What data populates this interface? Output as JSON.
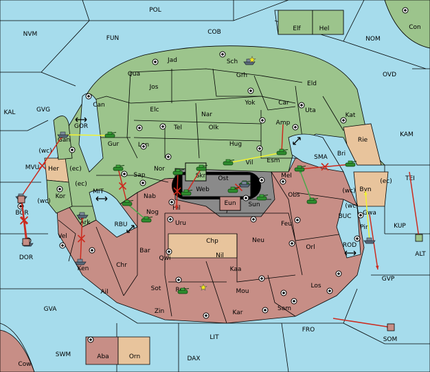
{
  "map": {
    "colors": {
      "sea": "#a6dcec",
      "green_power": "#9cc48c",
      "red_power": "#c78e86",
      "neutral_tan": "#e8c49c",
      "gray": "#8a8a8a",
      "move_order": "#cc2a1e",
      "support_order": "#f2f230",
      "convoy_order": "#4aa84a"
    },
    "regions": [
      {
        "id": "POL",
        "label": "POL"
      },
      {
        "id": "NVM",
        "label": "NVM"
      },
      {
        "id": "FUN",
        "label": "FUN"
      },
      {
        "id": "COB",
        "label": "COB"
      },
      {
        "id": "NOM",
        "label": "NOM"
      },
      {
        "id": "Con",
        "label": "Con"
      },
      {
        "id": "Elf",
        "label": "Elf"
      },
      {
        "id": "Hel",
        "label": "Hel"
      },
      {
        "id": "OVD",
        "label": "OVD"
      },
      {
        "id": "KAL",
        "label": "KAL"
      },
      {
        "id": "GVG",
        "label": "GVG"
      },
      {
        "id": "Jad",
        "label": "Jad"
      },
      {
        "id": "Sch",
        "label": "Sch"
      },
      {
        "id": "Qua",
        "label": "Qua"
      },
      {
        "id": "Grh",
        "label": "Grh"
      },
      {
        "id": "Jos",
        "label": "Jos"
      },
      {
        "id": "Eld",
        "label": "Eld"
      },
      {
        "id": "Can",
        "label": "Can"
      },
      {
        "id": "Yok",
        "label": "Yok"
      },
      {
        "id": "Car",
        "label": "Car"
      },
      {
        "id": "Elc",
        "label": "Elc"
      },
      {
        "id": "Nar",
        "label": "Nar"
      },
      {
        "id": "Uta",
        "label": "Uta"
      },
      {
        "id": "Kat",
        "label": "Kat"
      },
      {
        "id": "GOR",
        "label": "GOR"
      },
      {
        "id": "Tel",
        "label": "Tel"
      },
      {
        "id": "Olk",
        "label": "Olk"
      },
      {
        "id": "Amp",
        "label": "Amp"
      },
      {
        "id": "KAM",
        "label": "KAM"
      },
      {
        "id": "Gan",
        "label": "Gan"
      },
      {
        "id": "Gur",
        "label": "Gur"
      },
      {
        "id": "Lan",
        "label": "Lan"
      },
      {
        "id": "Hug",
        "label": "Hug"
      },
      {
        "id": "Rie",
        "label": "Rie"
      },
      {
        "id": "wc1",
        "label": "(wc)"
      },
      {
        "id": "SMA",
        "label": "SMA"
      },
      {
        "id": "Bri",
        "label": "Bri"
      },
      {
        "id": "MVU",
        "label": "MVU"
      },
      {
        "id": "Her",
        "label": "Her"
      },
      {
        "id": "ec1",
        "label": "(ec)"
      },
      {
        "id": "Nor",
        "label": "Nor"
      },
      {
        "id": "Skr",
        "label": "Skr"
      },
      {
        "id": "Vil",
        "label": "Vil"
      },
      {
        "id": "Esm",
        "label": "Esm"
      },
      {
        "id": "TEI",
        "label": "TEI"
      },
      {
        "id": "Sap",
        "label": "Sap"
      },
      {
        "id": "Web",
        "label": "Web"
      },
      {
        "id": "Ost",
        "label": "Ost"
      },
      {
        "id": "Mel",
        "label": "Mel"
      },
      {
        "id": "Byn",
        "label": "Byn"
      },
      {
        "id": "ec2",
        "label": "(ec)"
      },
      {
        "id": "ec3",
        "label": "(ec)"
      },
      {
        "id": "MIT",
        "label": "MIT"
      },
      {
        "id": "Kor",
        "label": "Kor"
      },
      {
        "id": "wc2",
        "label": "(wc)"
      },
      {
        "id": "Nab",
        "label": "Nab"
      },
      {
        "id": "Eun",
        "label": "Eun"
      },
      {
        "id": "Obs",
        "label": "Obs"
      },
      {
        "id": "wc3",
        "label": "(wc)"
      },
      {
        "id": "BOR",
        "label": "BOR"
      },
      {
        "id": "Hil",
        "label": "Hil"
      },
      {
        "id": "Sun",
        "label": "Sun"
      },
      {
        "id": "wc4",
        "label": "(wc)"
      },
      {
        "id": "Gwa",
        "label": "Gwa"
      },
      {
        "id": "KUP",
        "label": "KUP"
      },
      {
        "id": "RBU",
        "label": "RBU"
      },
      {
        "id": "Nog",
        "label": "Nog"
      },
      {
        "id": "BUC",
        "label": "BUC"
      },
      {
        "id": "Ark",
        "label": "Ark"
      },
      {
        "id": "Uru",
        "label": "Uru"
      },
      {
        "id": "Feu",
        "label": "Feu"
      },
      {
        "id": "Pir",
        "label": "Pir"
      },
      {
        "id": "Vel",
        "label": "Vel"
      },
      {
        "id": "Chp",
        "label": "Chp"
      },
      {
        "id": "Neu",
        "label": "Neu"
      },
      {
        "id": "DOR",
        "label": "DOR"
      },
      {
        "id": "Bar",
        "label": "Bar"
      },
      {
        "id": "Orl",
        "label": "Orl"
      },
      {
        "id": "ROD",
        "label": "ROD"
      },
      {
        "id": "ALT",
        "label": "ALT"
      },
      {
        "id": "Qwi",
        "label": "Qwi"
      },
      {
        "id": "Nil",
        "label": "Nil"
      },
      {
        "id": "Ken",
        "label": "Ken"
      },
      {
        "id": "Chr",
        "label": "Chr"
      },
      {
        "id": "Kaa",
        "label": "Kaa"
      },
      {
        "id": "GVP",
        "label": "GVP"
      },
      {
        "id": "Sot",
        "label": "Sot"
      },
      {
        "id": "Ail",
        "label": "Ail"
      },
      {
        "id": "Rot",
        "label": "Rot"
      },
      {
        "id": "Mou",
        "label": "Mou"
      },
      {
        "id": "Los",
        "label": "Los"
      },
      {
        "id": "GVA",
        "label": "GVA"
      },
      {
        "id": "Zin",
        "label": "Zin"
      },
      {
        "id": "Kar",
        "label": "Kar"
      },
      {
        "id": "Sam",
        "label": "Sam"
      },
      {
        "id": "FRO",
        "label": "FRO"
      },
      {
        "id": "LIT",
        "label": "LIT"
      },
      {
        "id": "SOM",
        "label": "SOM"
      },
      {
        "id": "SWM",
        "label": "SWM"
      },
      {
        "id": "Aba",
        "label": "Aba"
      },
      {
        "id": "Orn",
        "label": "Orn"
      },
      {
        "id": "DAX",
        "label": "DAX"
      },
      {
        "id": "Cow",
        "label": "Cow"
      }
    ],
    "supply_centers": [
      "Jad",
      "Sch",
      "Grh",
      "Can",
      "Yok",
      "Car",
      "Gan",
      "Gur",
      "Lan",
      "Hug",
      "Nor",
      "Vil",
      "Sap",
      "Kor",
      "Nab",
      "Eun",
      "Obs",
      "Hil",
      "Sun",
      "Gwa",
      "Uru",
      "Feu",
      "Pir",
      "Vel",
      "Neu",
      "Orl",
      "Qwi",
      "Ken",
      "Kaa",
      "Rot",
      "Mou",
      "Los",
      "Zin",
      "Kar",
      "Sam",
      "DOR",
      "BOR",
      "Aba",
      "Con",
      "Amp",
      "Kat",
      "Tel",
      "Ark"
    ],
    "units": [
      {
        "type": "army",
        "power": "green",
        "at": "Gur"
      },
      {
        "type": "army",
        "power": "green",
        "at": "Sap"
      },
      {
        "type": "army",
        "power": "green",
        "at": "Nab"
      },
      {
        "type": "army",
        "power": "green",
        "at": "Nog"
      },
      {
        "type": "army",
        "power": "green",
        "at": "Nor"
      },
      {
        "type": "army",
        "power": "green",
        "at": "Skr"
      },
      {
        "type": "army",
        "power": "green",
        "at": "Web"
      },
      {
        "type": "army",
        "power": "green",
        "at": "Vil"
      },
      {
        "type": "army",
        "power": "green",
        "at": "Esm"
      },
      {
        "type": "army",
        "power": "green",
        "at": "Mel"
      },
      {
        "type": "army",
        "power": "green",
        "at": "Obs"
      },
      {
        "type": "army",
        "power": "green",
        "at": "Bri"
      },
      {
        "type": "army",
        "power": "green",
        "at": "Eun"
      },
      {
        "type": "army",
        "power": "green",
        "at": "Sun"
      },
      {
        "type": "army",
        "power": "green",
        "at": "Rot"
      },
      {
        "type": "army",
        "power": "green",
        "at": "Ost"
      },
      {
        "type": "fleet",
        "power": "gray",
        "at": "Gan"
      },
      {
        "type": "fleet",
        "power": "gray",
        "at": "Sch"
      },
      {
        "type": "fleet",
        "power": "gray",
        "at": "Ark"
      },
      {
        "type": "fleet",
        "power": "gray",
        "at": "Kor"
      },
      {
        "type": "fleet",
        "power": "gray",
        "at": "Ken"
      },
      {
        "type": "fleet",
        "power": "gray",
        "at": "Vel"
      },
      {
        "type": "fleet",
        "power": "gray",
        "at": "Pir"
      },
      {
        "type": "fleet",
        "power": "gray",
        "at": "Ost"
      }
    ],
    "move_orders": [
      {
        "from": "Gan",
        "to": "Gur",
        "kind": "support",
        "result": "ok"
      },
      {
        "from": "Esm",
        "to": "Vil",
        "kind": "support",
        "result": "ok"
      },
      {
        "from": "Pir",
        "to": "Byn",
        "kind": "support",
        "result": "ok"
      },
      {
        "from": "Sap",
        "to": "Nab",
        "kind": "move",
        "result": "failed"
      },
      {
        "from": "Nor",
        "to": "Hil",
        "kind": "move",
        "result": "failed"
      },
      {
        "from": "Skr",
        "to": "Web",
        "kind": "move",
        "result": "ok"
      },
      {
        "from": "Mel",
        "to": "Bri",
        "kind": "move",
        "result": "failed"
      },
      {
        "from": "Kor",
        "to": "Gan",
        "kind": "move",
        "result": "failed"
      },
      {
        "from": "Vel",
        "to": "Kor",
        "kind": "move",
        "result": "failed"
      },
      {
        "from": "Ken",
        "to": "Ark",
        "kind": "move",
        "result": "failed"
      },
      {
        "from": "BOR",
        "to": "DOR",
        "kind": "move",
        "result": "failed"
      },
      {
        "from": "TEI",
        "to": "ALT",
        "kind": "move",
        "result": "ok"
      },
      {
        "from": "FRO",
        "to": "SOM",
        "kind": "move",
        "result": "ok"
      },
      {
        "from": "Gwa",
        "to": "GVP",
        "kind": "move",
        "result": "ok"
      },
      {
        "from": "Amp",
        "to": "Esm",
        "kind": "move",
        "result": "ok"
      },
      {
        "from": "Obs",
        "to": "Mel",
        "kind": "convoy",
        "result": "ok"
      },
      {
        "from": "Nab",
        "to": "Nog",
        "kind": "convoy",
        "result": "ok"
      },
      {
        "from": "Ost",
        "to": "Eun",
        "kind": "move",
        "result": "failed"
      }
    ],
    "stars": [
      "Sch",
      "Rot"
    ],
    "convoy_arrows": [
      "GOR",
      "MIT",
      "RBU",
      "SMA",
      "ROD"
    ]
  }
}
